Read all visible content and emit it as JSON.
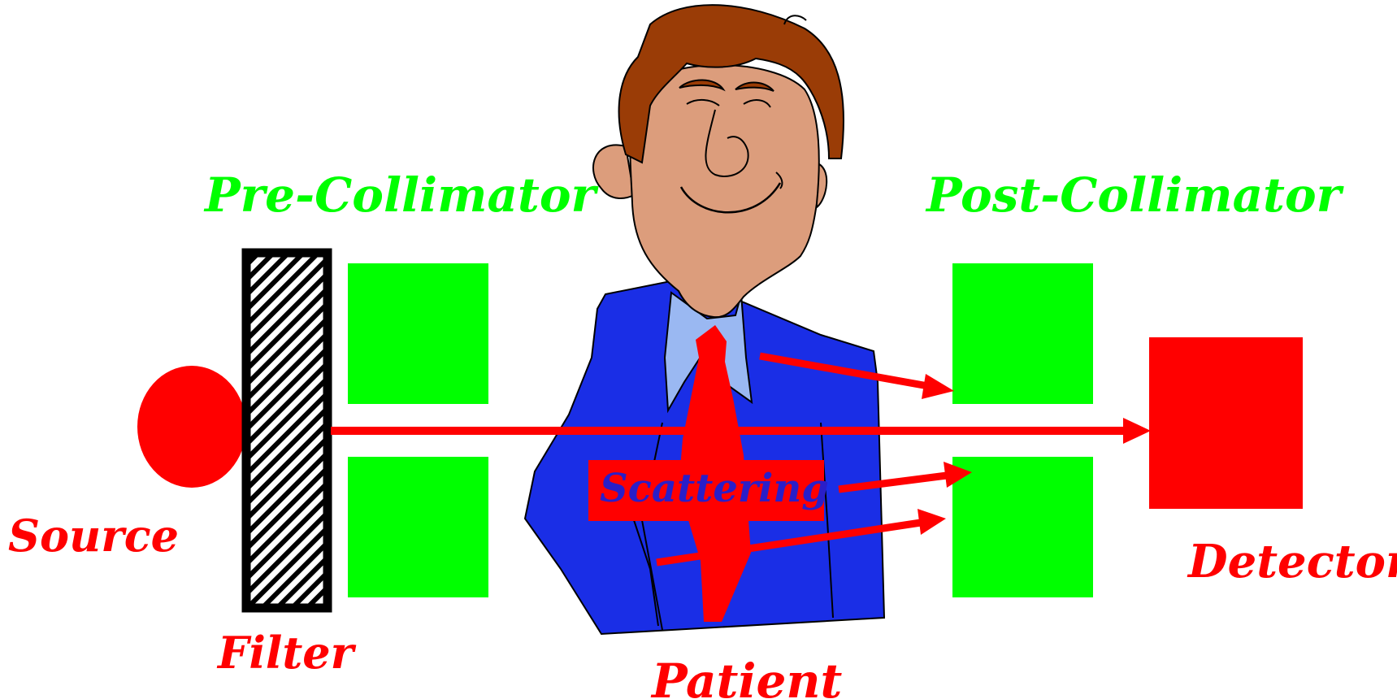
{
  "labels": {
    "source": "Source",
    "filter": "Filter",
    "pre_collimator": "Pre-Collimator",
    "post_collimator": "Post-Collimator",
    "scattering": "Scattering",
    "patient": "Patient",
    "detector": "Detector"
  },
  "colors": {
    "red": "#ff0000",
    "green": "#00ff00",
    "blue_suit": "#1a2ee6",
    "scatter_text": "#2a1ec8",
    "skin": "#dc9d7c",
    "hair": "#9a3c06",
    "shirt": "#9ab8f2",
    "black": "#000000"
  },
  "icons": {
    "source": "circle-source-icon",
    "filter": "hatched-filter-icon",
    "patient": "cartoon-patient-icon"
  }
}
